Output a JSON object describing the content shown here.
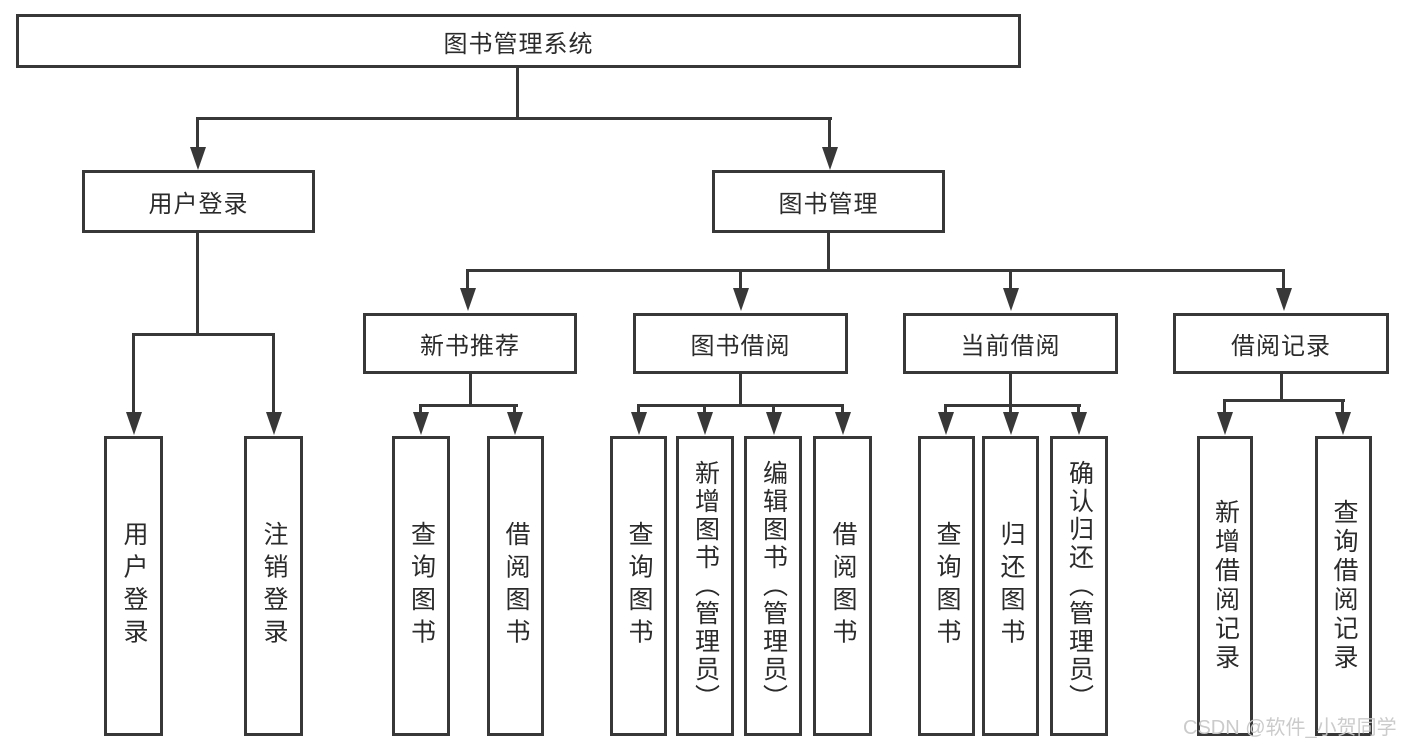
{
  "diagram": {
    "title": "图书管理系统",
    "watermark": "CSDN @软件_小贺同学",
    "branches": [
      {
        "label": "用户登录",
        "children": [
          {
            "label": "用户登录"
          },
          {
            "label": "注销登录"
          }
        ]
      },
      {
        "label": "图书管理",
        "children": [
          {
            "label": "新书推荐",
            "children": [
              {
                "label": "查询图书"
              },
              {
                "label": "借阅图书"
              }
            ]
          },
          {
            "label": "图书借阅",
            "children": [
              {
                "label": "查询图书"
              },
              {
                "label": "新增图书（管理员）"
              },
              {
                "label": "编辑图书（管理员）"
              },
              {
                "label": "借阅图书"
              }
            ]
          },
          {
            "label": "当前借阅",
            "children": [
              {
                "label": "查询图书"
              },
              {
                "label": "归还图书"
              },
              {
                "label": "确认归还（管理员）"
              }
            ]
          },
          {
            "label": "借阅记录",
            "children": [
              {
                "label": "新增借阅记录"
              },
              {
                "label": "查询借阅记录"
              }
            ]
          }
        ]
      }
    ]
  },
  "colors": {
    "line": "#383838",
    "text": "#2b2b2b",
    "background": "#ffffff",
    "watermark": "#c9c9c9"
  }
}
